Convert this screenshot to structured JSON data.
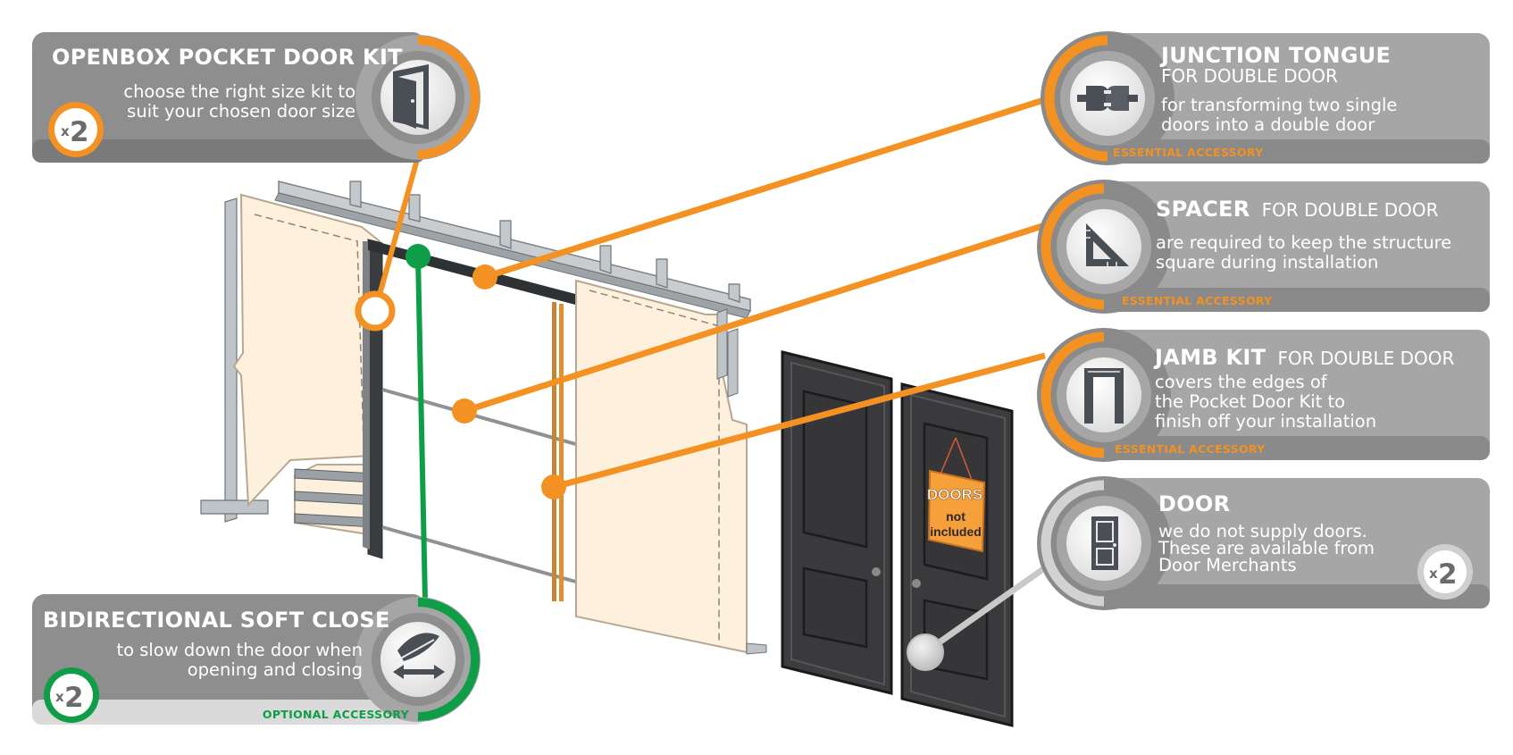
{
  "colors": {
    "orange": "#f39122",
    "green": "#0f9e47",
    "grey_dark": "#8a8a8a",
    "grey_light": "#a7a7a7",
    "panel_fill": "#fdf0dd",
    "door": "#3d3d3f",
    "sign": "#f6a03c"
  },
  "kit": {
    "title": "OPENBOX POCKET DOOR KIT",
    "line1": "choose the right size kit to",
    "line2": "suit your chosen door size",
    "badge_x": "x",
    "badge_n": "2",
    "icon": "pocket-door-icon"
  },
  "soft_close": {
    "title": "BIDIRECTIONAL SOFT CLOSE",
    "line1": "to slow down the door when",
    "line2": "opening and closing",
    "badge_x": "x",
    "badge_n": "2",
    "footer": "OPTIONAL ACCESSORY",
    "icon": "feather-arrows-icon"
  },
  "junction": {
    "title": "JUNCTION TONGUE",
    "subtitle": "FOR  DOUBLE  DOOR",
    "line1": "for transforming two single",
    "line2": "doors into a double door",
    "footer": "ESSENTIAL ACCESSORY",
    "icon": "junction-tongue-icon"
  },
  "spacer": {
    "title": "SPACER",
    "subtitle": "FOR DOUBLE DOOR",
    "line1": "are required to keep the structure",
    "line2": "square during installation",
    "footer": "ESSENTIAL ACCESSORY",
    "icon": "set-square-icon"
  },
  "jamb": {
    "title": "JAMB KIT",
    "subtitle": "FOR DOUBLE DOOR",
    "line1": "covers the edges of",
    "line2": "the Pocket Door Kit to",
    "line3": "finish off your installation",
    "footer": "ESSENTIAL ACCESSORY",
    "icon": "door-frame-icon"
  },
  "door": {
    "title": "DOOR",
    "line1": "we do not supply doors.",
    "line2": "These are available from",
    "line3": "Door Merchants",
    "badge_x": "x",
    "badge_n": "2",
    "icon": "door-icon"
  },
  "sign": {
    "line1": "DOORS",
    "line2": "not",
    "line3": "included"
  }
}
